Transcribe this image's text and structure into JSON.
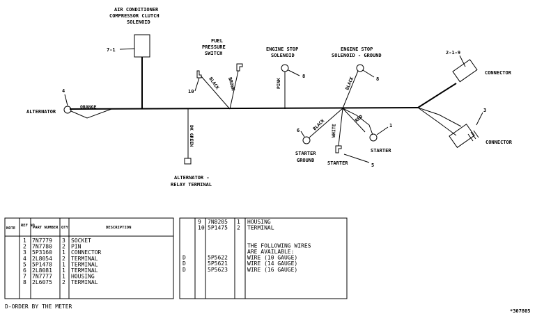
{
  "labels": {
    "ac_title_1": "AIR CONDITIONER",
    "ac_title_2": "COMPRESSOR CLUTCH",
    "ac_title_3": "SOLENOID",
    "fuel_1": "FUEL",
    "fuel_2": "PRESSURE",
    "fuel_3": "SWITCH",
    "es_1": "ENGINE STOP",
    "es_2": "SOLENOID",
    "esg_1": "ENGINE STOP",
    "esg_2": "SOLENOID - GROUND",
    "alternator": "ALTERNATOR",
    "alt_relay_1": "ALTERNATOR -",
    "alt_relay_2": "RELAY TERMINAL",
    "starter_ground_1": "STARTER",
    "starter_ground_2": "GROUND",
    "starter_1": "STARTER",
    "starter_2": "STARTER",
    "connector_1": "CONNECTOR",
    "connector_2": "CONNECTOR",
    "drawing_no": "*307805"
  },
  "callouts": {
    "c_ac": "7-1",
    "c_alt": "4",
    "c_fuel": "10",
    "c_es": "8",
    "c_esg": "8",
    "c_sg": "6",
    "c_st1": "1",
    "c_st2": "5",
    "c_conn1": "2-1-9",
    "c_conn2": "3"
  },
  "wires": {
    "orange": "ORANGE",
    "black_fuel": "BLACK",
    "brown": "BROWN",
    "pink": "PINK",
    "black_esg": "BLACK",
    "dk_green": "DK GREEN",
    "black_sg": "BLACK",
    "white": "WHITE",
    "red": "RED"
  },
  "parts_table": {
    "headers": [
      "NOTE",
      "REF NO",
      "PART NUMBER",
      "QTY",
      "DESCRIPTION"
    ],
    "rows": [
      {
        "note": "",
        "ref": "1",
        "part": "7N7779",
        "qty": "3",
        "desc": "SOCKET"
      },
      {
        "note": "",
        "ref": "2",
        "part": "7N7780",
        "qty": "2",
        "desc": "PIN"
      },
      {
        "note": "",
        "ref": "3",
        "part": "5P3160",
        "qty": "1",
        "desc": "CONNECTOR"
      },
      {
        "note": "",
        "ref": "4",
        "part": "2L8054",
        "qty": "2",
        "desc": "TERMINAL"
      },
      {
        "note": "",
        "ref": "5",
        "part": "5P1478",
        "qty": "1",
        "desc": "TERMINAL"
      },
      {
        "note": "",
        "ref": "6",
        "part": "2L8081",
        "qty": "1",
        "desc": "TERMINAL"
      },
      {
        "note": "",
        "ref": "7",
        "part": "7N7777",
        "qty": "1",
        "desc": "HOUSING"
      },
      {
        "note": "",
        "ref": "8",
        "part": "2L6075",
        "qty": "2",
        "desc": "TERMINAL"
      }
    ],
    "rows2": [
      {
        "note": "",
        "ref": "9",
        "part": "7N8205",
        "qty": "1",
        "desc": "HOUSING"
      },
      {
        "note": "",
        "ref": "10",
        "part": "5P1475",
        "qty": "2",
        "desc": "TERMINAL"
      },
      {
        "note": "",
        "ref": "",
        "part": "",
        "qty": "",
        "desc": ""
      },
      {
        "note": "",
        "ref": "",
        "part": "",
        "qty": "",
        "desc": ""
      },
      {
        "note": "",
        "ref": "",
        "part": "",
        "qty": "",
        "desc": "THE FOLLOWING WIRES"
      },
      {
        "note": "",
        "ref": "",
        "part": "",
        "qty": "",
        "desc": "ARE AVAILABLE:"
      },
      {
        "note": "D",
        "ref": "",
        "part": "5P5622",
        "qty": "",
        "desc": "WIRE  (10  GAUGE)"
      },
      {
        "note": "D",
        "ref": "",
        "part": "5P5621",
        "qty": "",
        "desc": "WIRE  (14  GAUGE)"
      },
      {
        "note": "D",
        "ref": "",
        "part": "5P5623",
        "qty": "",
        "desc": "WIRE  (16  GAUGE)"
      }
    ],
    "footnote": "D-ORDER  BY  THE  METER"
  }
}
